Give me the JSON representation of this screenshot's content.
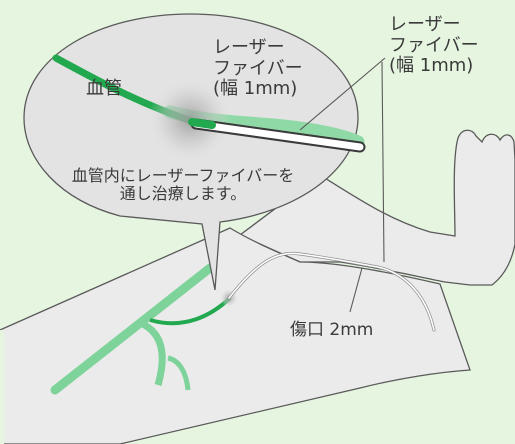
{
  "labels": {
    "zoom_fiber": [
      "レーザー",
      "ファイバー",
      "(幅 1mm)"
    ],
    "vessel": "血管",
    "caption": [
      "血管内にレーザーファイバーを",
      "通し治療します。"
    ],
    "side_fiber": [
      "レーザー",
      "ファイバー",
      "(幅 1mm)"
    ],
    "wound": "傷口 2mm"
  },
  "colors": {
    "background": "#e6f5e0",
    "bubble": "#e3e3e3",
    "leg": "#ebebeb",
    "outline": "#5a5a5a",
    "vessel_dark": "#22a94f",
    "vessel_light": "#7ed39a",
    "text": "#3a3a3a"
  }
}
